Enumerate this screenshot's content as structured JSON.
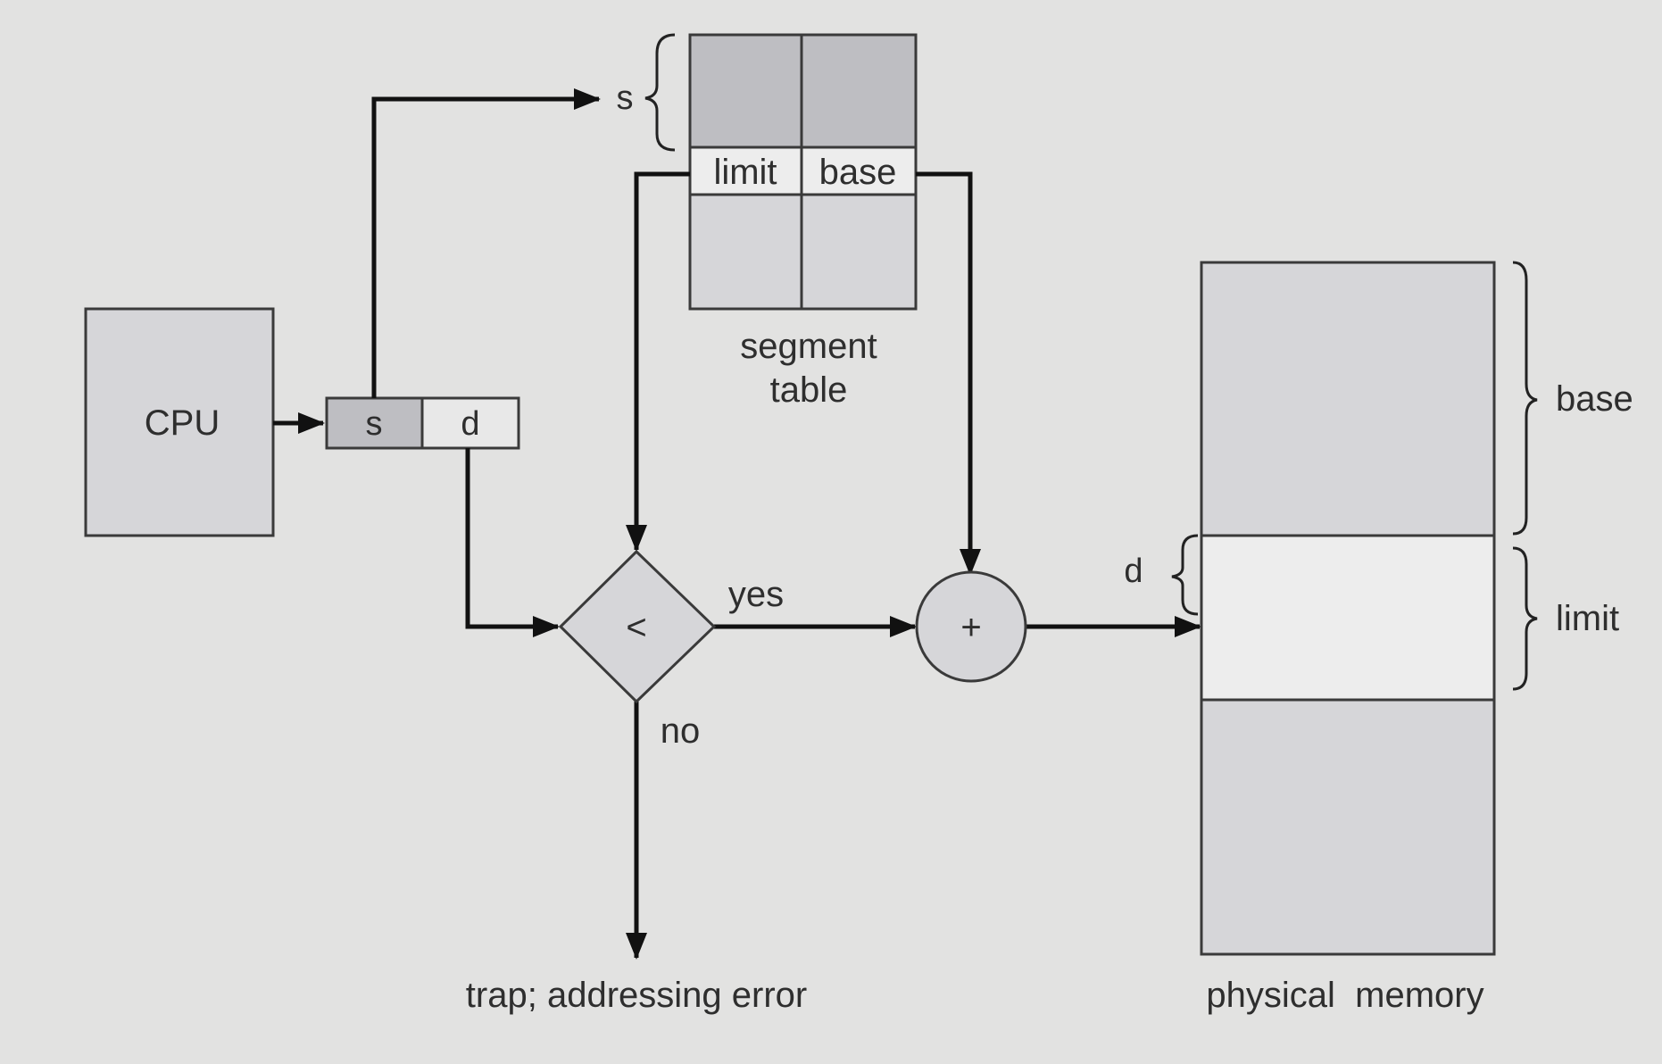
{
  "cpu": {
    "label": "CPU"
  },
  "logical_address": {
    "s_label": "s",
    "d_label": "d"
  },
  "segment_table": {
    "index_label": "s",
    "limit_label": "limit",
    "base_label": "base",
    "caption_line1": "segment",
    "caption_line2": "table"
  },
  "compare": {
    "symbol": "<",
    "yes_label": "yes",
    "no_label": "no"
  },
  "adder": {
    "symbol": "+"
  },
  "trap": {
    "label": "trap; addressing error"
  },
  "physical_memory": {
    "caption": "physical  memory",
    "base_label": "base",
    "limit_label": "limit",
    "d_label": "d"
  },
  "colors": {
    "background": "#e2e2e1",
    "box_fill": "#d6d6d9",
    "dark_cell_fill": "#bebec2",
    "light_cell_fill": "#ededed",
    "line": "#111111"
  }
}
